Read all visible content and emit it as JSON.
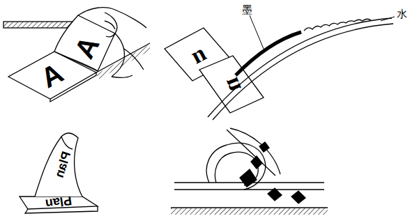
{
  "diagram": {
    "labels": [
      "A",
      "A",
      "n",
      "n",
      "墨",
      "水",
      "Plan",
      "Plan"
    ]
  }
}
